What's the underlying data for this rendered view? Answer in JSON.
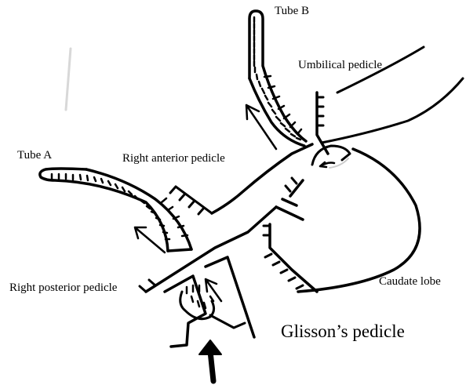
{
  "labels": {
    "tube_b": "Tube B",
    "umbilical": "Umbilical pedicle",
    "tube_a": "Tube A",
    "right_anterior": "Right anterior pedicle",
    "right_posterior": "Right posterior pedicle",
    "caudate": "Caudate lobe",
    "glisson": "Glisson’s pedicle"
  },
  "colors": {
    "ink": "#000000",
    "faint": "#d8d8d8",
    "background": "#ffffff"
  }
}
